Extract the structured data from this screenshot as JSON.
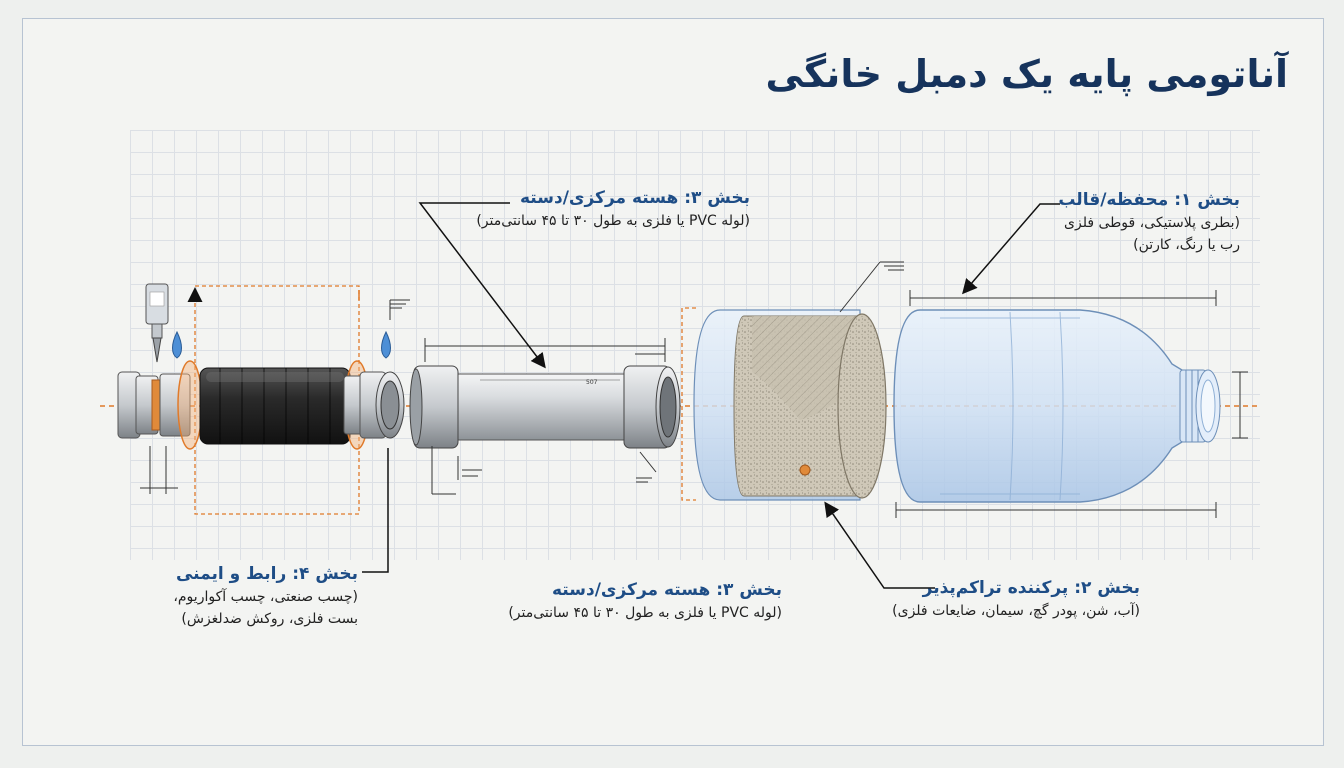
{
  "title": "آناتومی پایه یک دمبل خانگی",
  "sections": {
    "part1": {
      "heading": "بخش ۱: محفظه/قالب",
      "lines": [
        "(بطری پلاستیکی، قوطی فلزی",
        "رب یا رنگ، کارتن)"
      ]
    },
    "part2": {
      "heading": "بخش ۲: پرکننده تراکم‌پذیر",
      "lines": [
        "(آب، شن، پودر گچ، سیمان، ضایعات فلزی)"
      ]
    },
    "part3_top": {
      "heading": "بخش ۳: هسته مرکزی/دسته",
      "lines": [
        "(لوله PVC یا فلزی به طول ۳۰ تا ۴۵ سانتی‌متر)"
      ]
    },
    "part3_bottom": {
      "heading": "بخش ۳: هسته مرکزی/دسته",
      "lines": [
        "(لوله PVC یا فلزی به طول ۳۰ تا ۴۵ سانتی‌متر)"
      ]
    },
    "part4": {
      "heading": "بخش ۴: رابط و ایمنی",
      "lines": [
        "(چسب صنعتی، چسب آکواریوم،",
        "بست فلزی، روکش ضدلغزش)"
      ]
    }
  },
  "pipe_mark": "507",
  "colors": {
    "title": "#16335c",
    "heading": "#1e4d86",
    "centerline": "#e07a2a",
    "bottle": "#c9dcf3",
    "filler": "#c7bfae"
  }
}
